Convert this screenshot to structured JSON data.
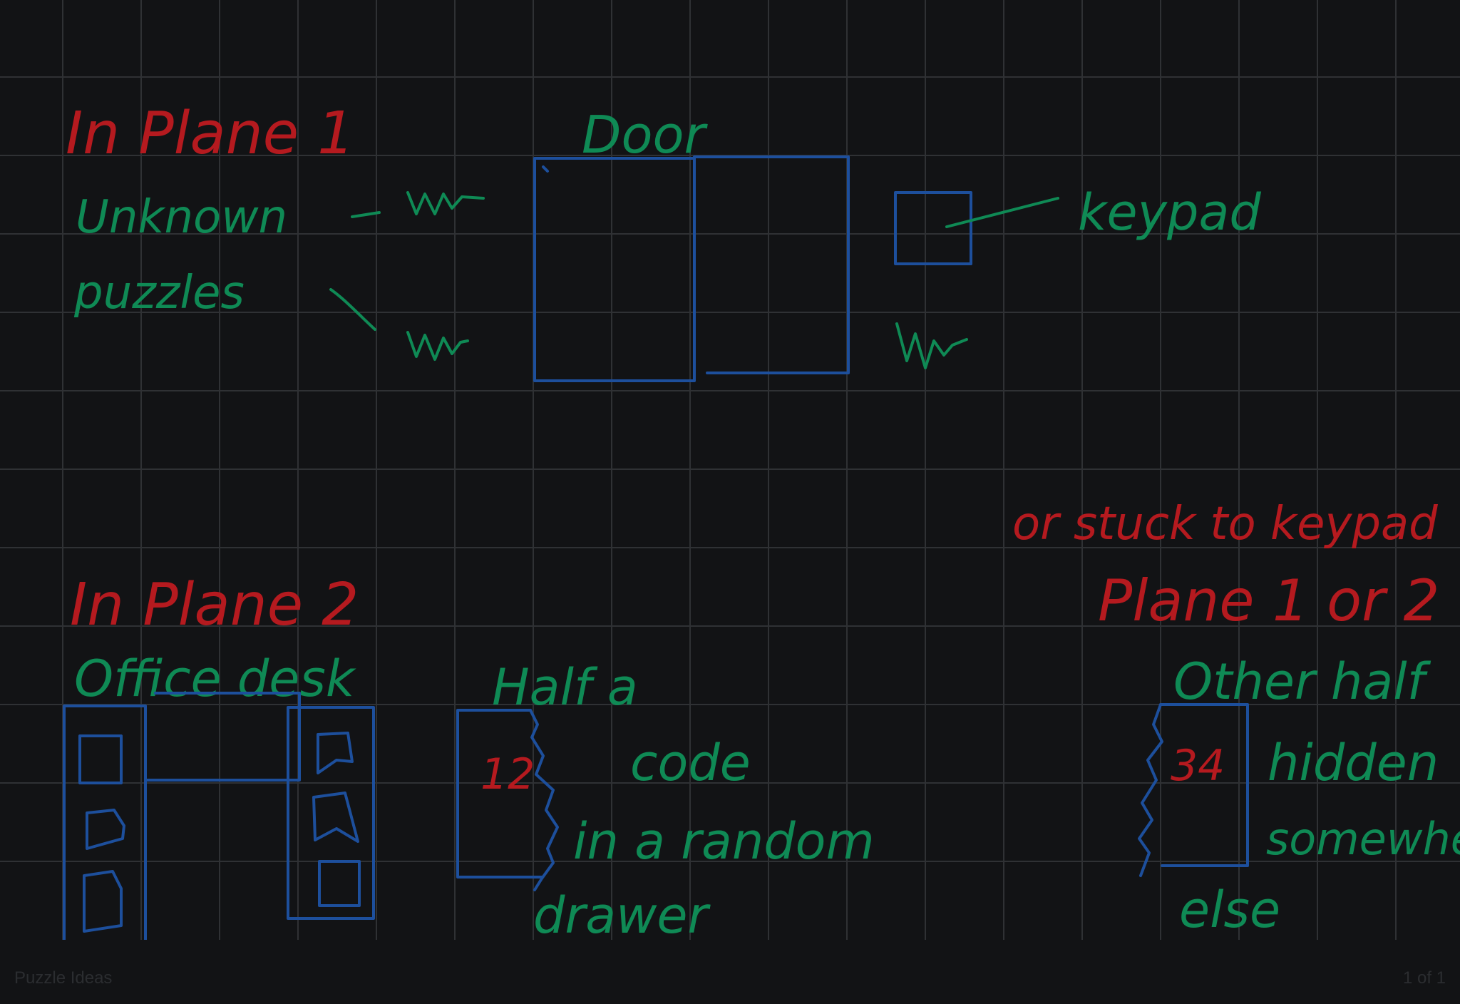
{
  "document": {
    "title": "Puzzle Ideas",
    "page_indicator": "1 of 1"
  },
  "notes": {
    "in_plane_1": "In Plane 1",
    "unknown": "Unknown",
    "puzzles": "puzzles",
    "door": "Door",
    "keypad": "keypad",
    "or_stuck": "or stuck to keypad",
    "plane_1_or_2": "Plane 1 or 2",
    "in_plane_2": "In Plane 2",
    "office_desk": "Office desk",
    "half_a": "Half a",
    "code": "code",
    "in_a_random": "in a random",
    "drawer": "drawer",
    "code_first_half": "12",
    "other_half": "Other half",
    "hidden": "hidden",
    "somewhere": "somewhere",
    "else": "else",
    "code_second_half": "34"
  },
  "colors": {
    "background": "#121315",
    "grid": "#2f3134",
    "ink_red": "#b51a1f",
    "ink_green": "#0f8a55",
    "ink_blue": "#1d4f9c"
  }
}
